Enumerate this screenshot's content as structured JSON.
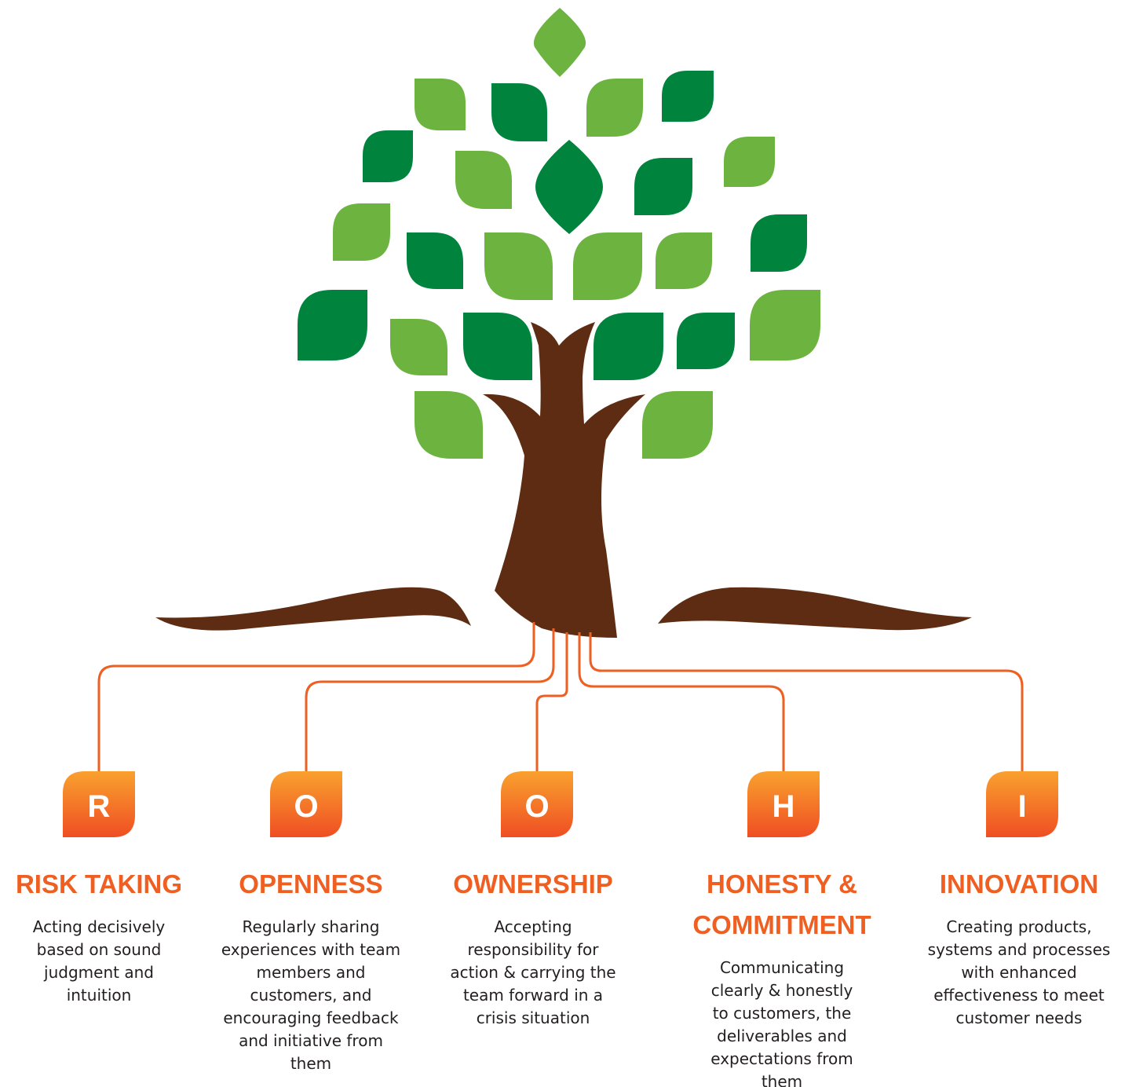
{
  "colors": {
    "leaf_light": "#6cb33f",
    "leaf_dark": "#00843d",
    "trunk": "#5e2c12",
    "connector": "#ef5f22",
    "badge_top": "#f9a12e",
    "badge_bottom": "#ef4e23",
    "title": "#ef5f22",
    "text": "#231f20"
  },
  "values": [
    {
      "letter": "R",
      "title": "RISK TAKING",
      "description": "Acting decisively based on sound judgment and intuition"
    },
    {
      "letter": "O",
      "title": "OPENNESS",
      "description": "Regularly sharing experiences with team members and customers, and encouraging feedback and initiative from them"
    },
    {
      "letter": "O",
      "title": "OWNERSHIP",
      "description": "Accepting responsibility for action & carrying the team forward in a crisis situation"
    },
    {
      "letter": "H",
      "title": "HONESTY & COMMITMENT",
      "description": "Communicating clearly & honestly to customers, the deliverables and expectations from them"
    },
    {
      "letter": "I",
      "title": "INNOVATION",
      "description": "Creating products, systems and processes with enhanced effectiveness to meet customer needs"
    }
  ]
}
